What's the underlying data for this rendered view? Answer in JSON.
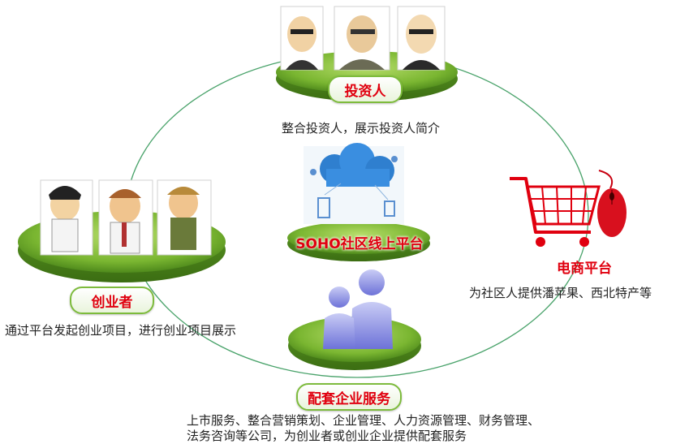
{
  "nodes": {
    "investor": {
      "title": "投资人",
      "desc": "整合投资人，展示投资人简介"
    },
    "platform": {
      "title": "SOHO社区线上平台"
    },
    "ecommerce": {
      "title": "电商平台",
      "desc": "为社区人提供潘苹果、西北特产等"
    },
    "entrepreneur": {
      "title": "创业者",
      "desc": "通过平台发起创业项目，进行创业项目展示"
    },
    "services": {
      "title": "配套企业服务",
      "desc_line1": "上市服务、整合营销策划、企业管理、人力资源管理、财务管理、",
      "desc_line2": "法务咨询等公司，为创业者或创业企业提供配套服务"
    }
  },
  "colors": {
    "accent_red": "#e0000f",
    "platform_green": "#7dbb3c",
    "ring_green": "#4aa36b"
  },
  "icons": [
    "investor-portrait-icon",
    "entrepreneur-portrait-icon",
    "cloud-network-icon",
    "shopping-cart-icon",
    "computer-mouse-icon",
    "people-icon"
  ]
}
